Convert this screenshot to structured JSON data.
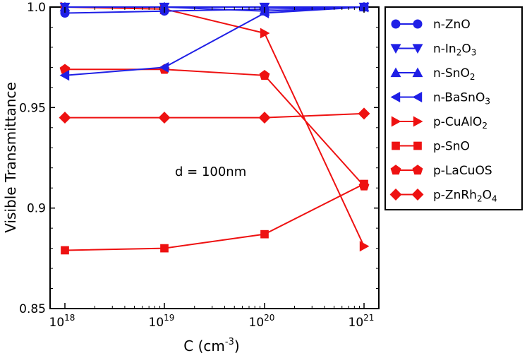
{
  "chart_data": {
    "type": "line",
    "xlabel": "C (cm",
    "xlabel_sup": "-3",
    "xlabel_suffix": ")",
    "ylabel": "Visible Transmittance",
    "x_scale": "log",
    "x": [
      1e+18,
      1e+19,
      1e+20,
      1e+21
    ],
    "x_tick_labels": [
      {
        "base": "10",
        "exp": "18"
      },
      {
        "base": "10",
        "exp": "19"
      },
      {
        "base": "10",
        "exp": "20"
      },
      {
        "base": "10",
        "exp": "21"
      }
    ],
    "ylim": [
      0.85,
      1.0
    ],
    "y_ticks": [
      "0.85",
      "0.9",
      "0.95",
      "1.0"
    ],
    "annotation": "d = 100nm",
    "grid": false,
    "legend_position": "outside-right",
    "series": [
      {
        "name": "n-ZnO",
        "name_parts": [
          [
            "n-ZnO",
            ""
          ]
        ],
        "color": "#1f1fe6",
        "marker": "circle",
        "values": [
          0.997,
          0.998,
          0.999,
          1.0
        ]
      },
      {
        "name": "n-In2O3",
        "name_parts": [
          [
            "n-In",
            ""
          ],
          [
            "2",
            "sub"
          ],
          [
            "O",
            ""
          ],
          [
            "3",
            "sub"
          ]
        ],
        "color": "#1f1fe6",
        "marker": "triangle-down",
        "values": [
          1.0,
          1.0,
          1.0,
          1.0
        ]
      },
      {
        "name": "n-SnO2",
        "name_parts": [
          [
            "n-SnO",
            ""
          ],
          [
            "2",
            "sub"
          ]
        ],
        "color": "#1f1fe6",
        "marker": "triangle-up",
        "values": [
          1.0,
          1.0,
          0.998,
          1.0
        ]
      },
      {
        "name": "n-BaSnO3",
        "name_parts": [
          [
            "n-BaSnO",
            ""
          ],
          [
            "3",
            "sub"
          ]
        ],
        "color": "#1f1fe6",
        "marker": "triangle-left",
        "values": [
          0.966,
          0.97,
          0.997,
          1.0
        ]
      },
      {
        "name": "p-CuAlO2",
        "name_parts": [
          [
            "p-CuAlO",
            ""
          ],
          [
            "2",
            "sub"
          ]
        ],
        "color": "#ee1111",
        "marker": "triangle-right",
        "values": [
          1.0,
          0.999,
          0.987,
          0.881
        ]
      },
      {
        "name": "p-SnO",
        "name_parts": [
          [
            "p-SnO",
            ""
          ]
        ],
        "color": "#ee1111",
        "marker": "square",
        "values": [
          0.879,
          0.88,
          0.887,
          0.912
        ]
      },
      {
        "name": "p-LaCuOS",
        "name_parts": [
          [
            "p-LaCuOS",
            ""
          ]
        ],
        "color": "#ee1111",
        "marker": "pentagon",
        "values": [
          0.969,
          0.969,
          0.966,
          0.911
        ]
      },
      {
        "name": "p-ZnRh2O4",
        "name_parts": [
          [
            "p-ZnRh",
            ""
          ],
          [
            "2",
            "sub"
          ],
          [
            "O",
            ""
          ],
          [
            "4",
            "sub"
          ]
        ],
        "color": "#ee1111",
        "marker": "diamond",
        "values": [
          0.945,
          0.945,
          0.945,
          0.947
        ]
      }
    ]
  }
}
